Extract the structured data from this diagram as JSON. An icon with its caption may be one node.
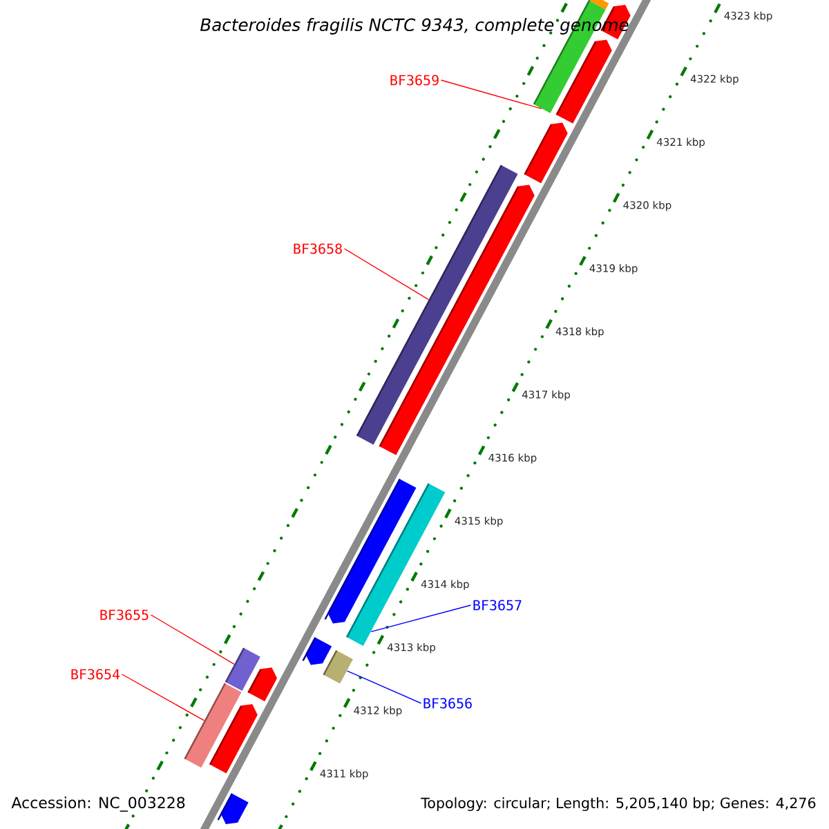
{
  "diagram": {
    "title": "Bacteroides fragilis NCTC 9343, complete genome",
    "nodes": [
      {
        "text": [
          "BF3659"
        ]
      },
      {
        "text": [
          "BF3658"
        ]
      },
      {
        "text": [
          "BF3657"
        ]
      },
      {
        "text": [
          "BF3656"
        ]
      },
      {
        "text": [
          "BF3655"
        ]
      },
      {
        "text": [
          "BF3654"
        ]
      },
      {
        "text": [],
        "shape": "bar"
      },
      {
        "text": [],
        "shape": "pentagon"
      },
      {
        "text": [],
        "shape": "bar"
      },
      {
        "text": [],
        "shape": "pentagon"
      },
      {
        "text": [],
        "shape": "pentagon"
      },
      {
        "text": [],
        "shape": "bar"
      },
      {
        "text": [],
        "shape": "pentagon"
      },
      {
        "text": [],
        "shape": "bar"
      },
      {
        "text": [],
        "shape": "pentagon"
      },
      {
        "text": [],
        "shape": "pentagon"
      },
      {
        "text": [],
        "shape": "bar"
      },
      {
        "text": [],
        "shape": "bar"
      },
      {
        "text": [],
        "shape": "pentagon"
      },
      {
        "text": [],
        "shape": "bar"
      },
      {
        "text": [],
        "shape": "pentagon"
      },
      {
        "text": [],
        "shape": "pentagon"
      }
    ],
    "edges": [
      {
        "from": 0,
        "to": 8,
        "arrow": "none",
        "color": "#ff0000"
      },
      {
        "from": 1,
        "to": 11,
        "arrow": "none",
        "color": "#ff0000"
      },
      {
        "from": 2,
        "to": 13,
        "arrow": "none",
        "color": "#0000ff"
      },
      {
        "from": 3,
        "to": 16,
        "arrow": "none",
        "color": "#0000ff"
      },
      {
        "from": 4,
        "to": 17,
        "arrow": "none",
        "color": "#ff0000"
      },
      {
        "from": 5,
        "to": 19,
        "arrow": "none",
        "color": "#ff0000"
      }
    ],
    "labels": [
      "4323 kbp",
      "4322 kbp",
      "4321 kbp",
      "4320 kbp",
      "4319 kbp",
      "4318 kbp",
      "4317 kbp",
      "4316 kbp",
      "4315 kbp",
      "4314 kbp",
      "4313 kbp",
      "4312 kbp",
      "4311 kbp",
      "Accession: NC_003228",
      "Topology: circular; Length: 5,205,140 bp; Genes: 4,276"
    ]
  }
}
